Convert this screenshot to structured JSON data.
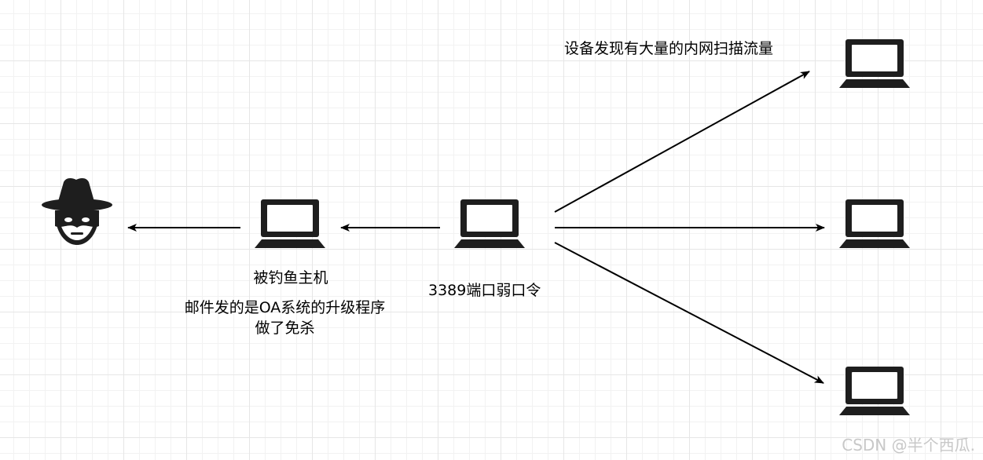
{
  "nodes": {
    "hacker_icon": "hacker-icon",
    "laptop_icon": "laptop-icon"
  },
  "labels": {
    "scan_traffic": "设备发现有大量的内网扫描流量",
    "phished_host": "被钓鱼主机",
    "weak_password": "3389端口弱口令",
    "email_line1": "邮件发的是OA系统的升级程序",
    "email_line2": "做了免杀"
  },
  "watermark": "CSDN @半个西瓜.",
  "colors": {
    "stroke": "#000000",
    "icon": "#1e1e1e",
    "grid_major": "#e6e6e6",
    "grid_minor": "#f2f2f2",
    "watermark": "#c8c8c8"
  }
}
